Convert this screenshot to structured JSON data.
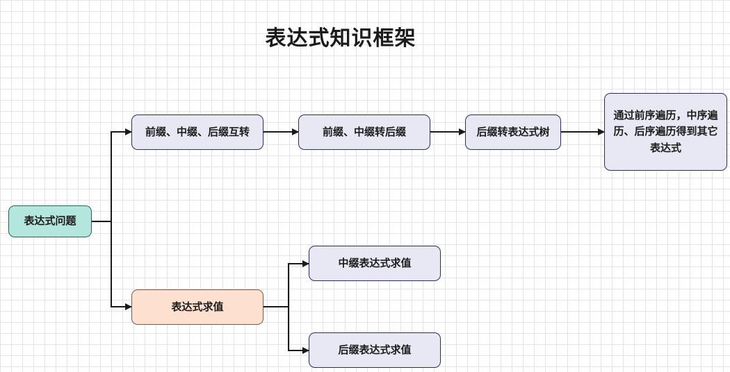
{
  "title": "表达式知识框架",
  "nodes": {
    "root": "表达式问题",
    "convert": "前缀、中缀、后缀互转",
    "pre_in_to_post": "前缀、中缀转后缀",
    "post_to_tree": "后缀转表达式树",
    "traverse": "通过前序遍历，中序遍历、后序遍历得到其它表达式",
    "evaluate": "表达式求值",
    "infix_eval": "中缀表达式求值",
    "postfix_eval": "后缀表达式求值"
  },
  "colors": {
    "root_fill": "#b3e6dc",
    "eval_fill": "#fde0cf",
    "default_fill": "#e8e8f4",
    "border": "#2d2d5a",
    "connector": "#1a1a1a"
  }
}
